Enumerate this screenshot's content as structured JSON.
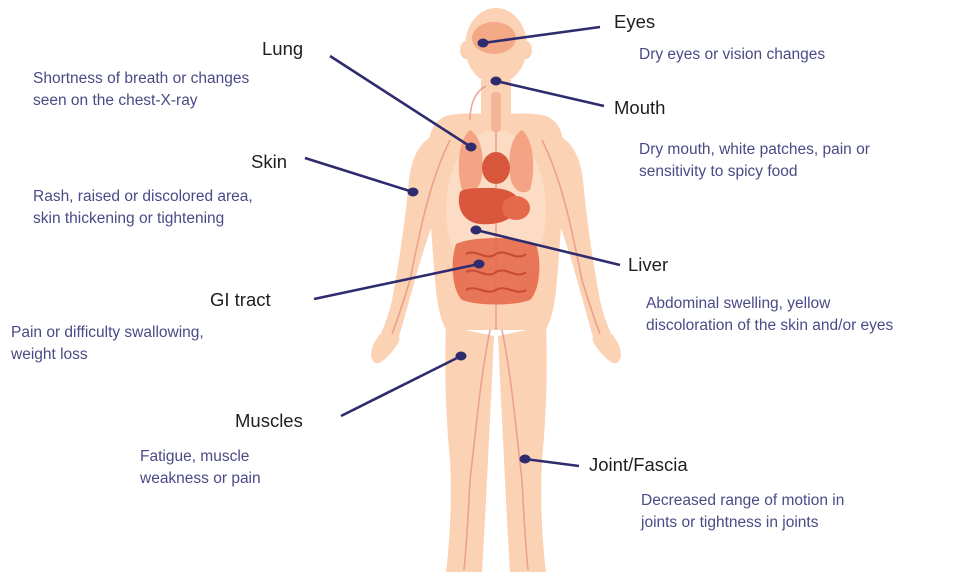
{
  "colors": {
    "leader": "#2e2c6e",
    "description_text": "#4a4a86",
    "label_text": "#1f1f1f",
    "body_fill": "#fbd2b4",
    "body_inner": "#fce0cc",
    "organ": "#e56a4d",
    "vessels": "#e89a85"
  },
  "callouts": [
    {
      "id": "lung",
      "label": "Lung",
      "description": "Shortness of breath or changes\nseen on the chest-X-ray"
    },
    {
      "id": "skin",
      "label": "Skin",
      "description": "Rash, raised or discolored area,\nskin thickening or tightening"
    },
    {
      "id": "gi-tract",
      "label": "GI tract",
      "description": "Pain or difficulty swallowing,\nweight loss"
    },
    {
      "id": "muscles",
      "label": "Muscles",
      "description": "Fatigue, muscle\nweakness or pain"
    },
    {
      "id": "eyes",
      "label": "Eyes",
      "description": "Dry eyes or vision changes"
    },
    {
      "id": "mouth",
      "label": "Mouth",
      "description": "Dry mouth, white patches, pain or\nsensitivity to spicy food"
    },
    {
      "id": "liver",
      "label": "Liver",
      "description": "Abdominal swelling, yellow\ndiscoloration of the skin and/or eyes"
    },
    {
      "id": "joint-fascia",
      "label": "Joint/Fascia",
      "description": "Decreased range of motion in\njoints or tightness in joints"
    }
  ]
}
